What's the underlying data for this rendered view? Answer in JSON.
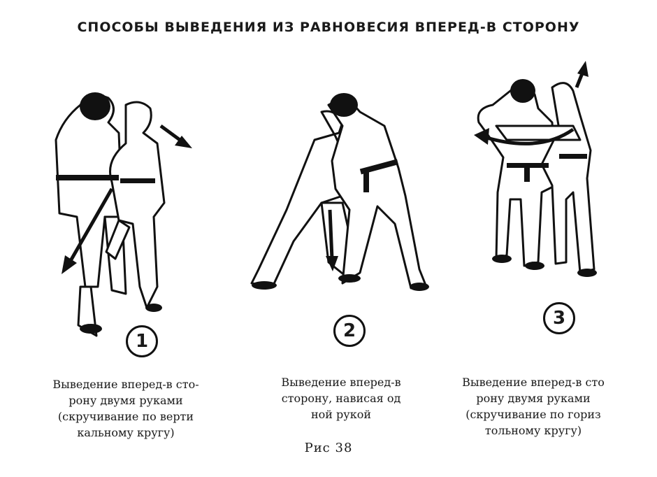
{
  "title": "СПОСОБЫ ВЫВЕДЕНИЯ ИЗ РАВНОВЕСИЯ ВПЕРЕД-В СТОРОНУ",
  "figures": [
    {
      "number": "1",
      "caption_lines": [
        "Выведение вперед-в сто-",
        "рону двумя руками",
        "(скручивание по верти",
        "кальному кругу)"
      ]
    },
    {
      "number": "2",
      "caption_lines": [
        "Выведение вперед-в",
        "сторону, нависая од",
        "ной рукой"
      ]
    },
    {
      "number": "3",
      "caption_lines": [
        "Выведение вперед-в сто",
        "рону двумя руками",
        "(скручивание по гориз",
        "тольному кругу)"
      ]
    }
  ],
  "figure_label": "Рис 38"
}
